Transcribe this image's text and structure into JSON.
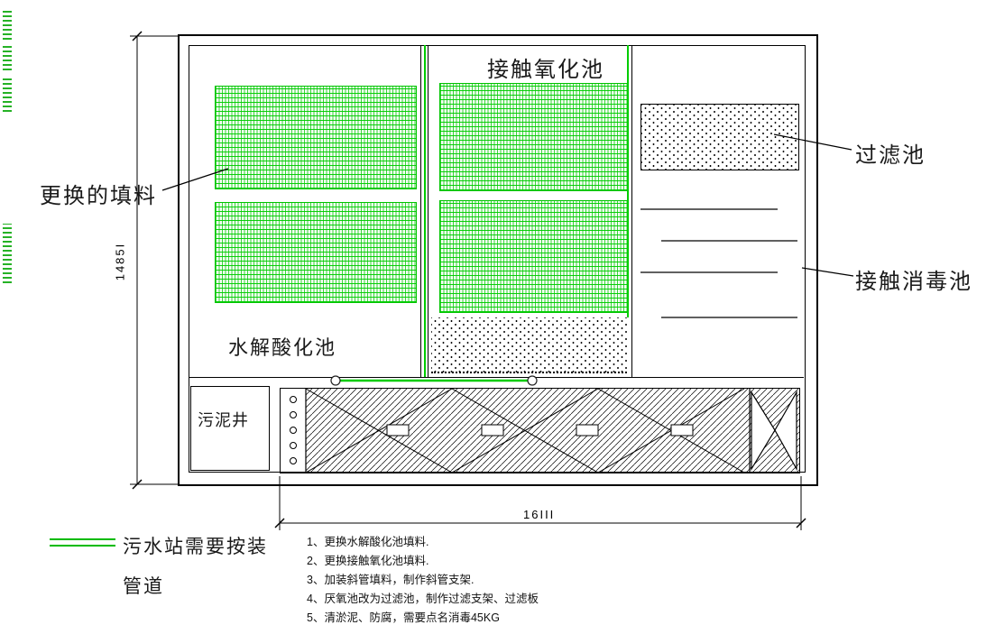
{
  "drawing": {
    "tanks": {
      "contact_oxidation": "接触氧化池",
      "hydrolysis_acidification": "水解酸化池",
      "sludge_well": "污泥井",
      "filter": "过滤池",
      "contact_disinfection": "接触消毒池"
    },
    "callouts": {
      "replaced_filler": "更换的填料"
    },
    "dimensions": {
      "vertical": "1485I",
      "horizontal": "16III"
    },
    "legend": {
      "line1": "污水站需要按装",
      "line2": "管道"
    },
    "notes": [
      "1、更换水解酸化池填料.",
      "2、更换接触氧化池填料.",
      "3、加装斜管填料，制作斜管支架.",
      "4、厌氧池改为过滤池，制作过滤支架、过滤板",
      "5、清淤泥、防腐，需要点名消毒45KG"
    ],
    "colors": {
      "pipe_green": "#00cc00",
      "line_black": "#000000"
    }
  }
}
